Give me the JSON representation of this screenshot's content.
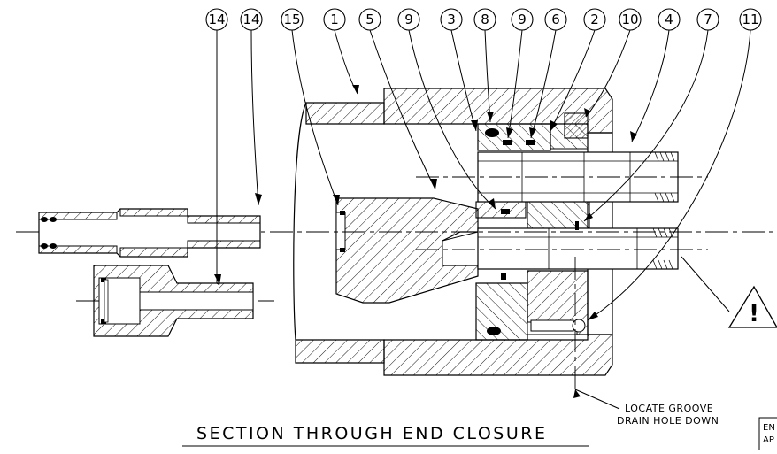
{
  "drawing": {
    "title": "SECTION THROUGH END CLOSURE",
    "note_lines": [
      "LOCATE GROOVE",
      "DRAIN HOLE DOWN"
    ],
    "warning_symbol": "!",
    "balloons": [
      "14",
      "14",
      "15",
      "1",
      "5",
      "9",
      "3",
      "8",
      "9",
      "6",
      "2",
      "10",
      "4",
      "7",
      "11"
    ],
    "title_block_fragment": [
      "EN",
      "AP"
    ]
  },
  "icons": {
    "warning": "warning-triangle-icon"
  }
}
